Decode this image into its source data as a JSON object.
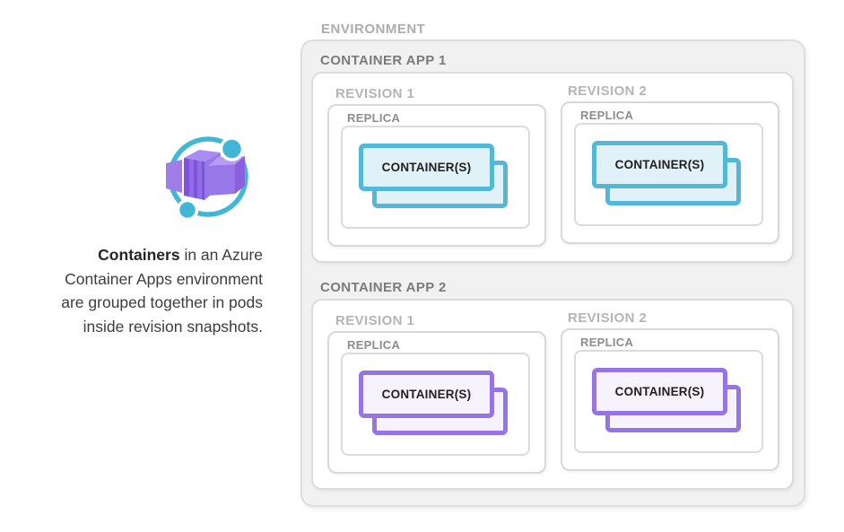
{
  "left_panel": {
    "icon_name": "azure-container-apps-icon",
    "caption": {
      "line1_bold": "Containers",
      "line1_rest": " in an Azure",
      "line2": "Container Apps environment",
      "line3": "are grouped together in pods",
      "line4": "inside revision snapshots."
    }
  },
  "icon_colors": {
    "ring": "#41b6d5",
    "dot": "#41b6d5",
    "purple_front": "#7d53df",
    "purple_mid": "#9878e8",
    "purple_light": "#b79cf2",
    "purple_left": "#9f7de8",
    "purple_side": "#8a60e0",
    "purple_top": "#a98cef"
  },
  "colors": {
    "env_fill": "#f1f1f1",
    "env_border": "#dedede",
    "env_label": "#acacac",
    "app_border": "#dcdcdc",
    "app_label": "#7b7b7b",
    "rev_border": "#d8d8d8",
    "rev_label": "#b5b5b5",
    "replica_border": "#dbdbdb",
    "replica_label": "#8d8d8d",
    "caption_text": "#3d3d3d"
  },
  "diagram": {
    "environment_label": "ENVIRONMENT",
    "apps": [
      {
        "label": "CONTAINER APP 1",
        "accent": "#53b7d8",
        "card_fill": "#e1f1f8",
        "revisions": [
          {
            "label": "REVISION 1",
            "replica_label": "REPLICA",
            "container_label": "CONTAINER(S)"
          },
          {
            "label": "REVISION 2",
            "replica_label": "REPLICA",
            "container_label": "CONTAINER(S)"
          }
        ]
      },
      {
        "label": "CONTAINER APP 2",
        "accent": "#9674e4",
        "card_fill": "#f6f3fd",
        "revisions": [
          {
            "label": "REVISION 1",
            "replica_label": "REPLICA",
            "container_label": "CONTAINER(S)"
          },
          {
            "label": "REVISION 2",
            "replica_label": "REPLICA",
            "container_label": "CONTAINER(S)"
          }
        ]
      }
    ]
  }
}
